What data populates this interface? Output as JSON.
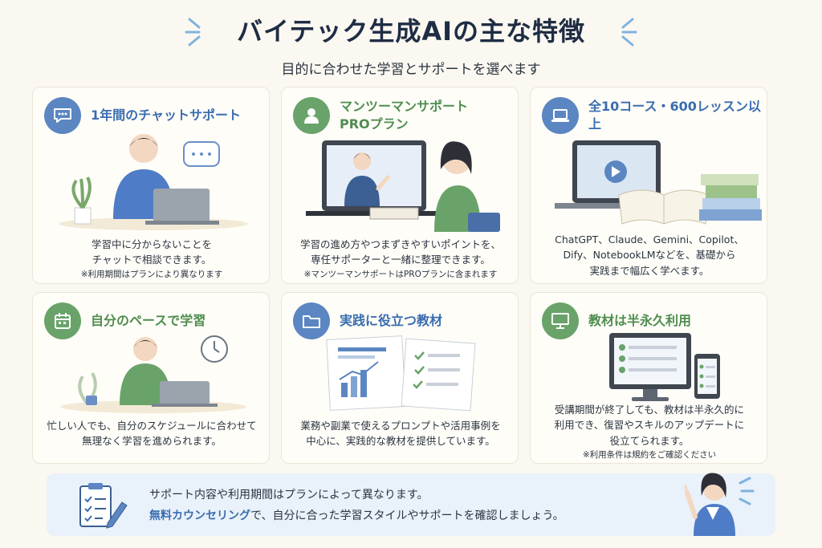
{
  "header": {
    "title": "バイテック生成AIの主な特徴",
    "subtitle": "目的に合わせた学習とサポートを選べます"
  },
  "cards": [
    {
      "title": "1年間のチャットサポート",
      "desc_line1": "学習中に分からないことを",
      "desc_line2": "チャットで相談できます。",
      "note": "※利用期間はプランにより異なります",
      "icon": "chat-bubble-icon",
      "accent": "#5b86c2"
    },
    {
      "title_line1": "マンツーマンサポート",
      "title_line2": "PROプラン",
      "desc_line1": "学習の進め方やつまずきやすいポイントを、",
      "desc_line2": "専任サポーターと一緒に整理できます。",
      "note": "※マンツーマンサポートはPROプランに含まれます",
      "icon": "person-icon",
      "accent": "#6aa36a"
    },
    {
      "title": "全10コース・600レッスン以上",
      "desc_line1": "ChatGPT、Claude、Gemini、Copilot、",
      "desc_line2": "Dify、NotebookLMなどを、基礎から",
      "desc_line3": "実践まで幅広く学べます。",
      "icon": "laptop-icon",
      "accent": "#5b86c2"
    },
    {
      "title": "自分のペースで学習",
      "desc_line1": "忙しい人でも、自分のスケジュールに合わせて",
      "desc_line2": "無理なく学習を進められます。",
      "icon": "calendar-icon",
      "accent": "#6aa36a"
    },
    {
      "title": "実践に役立つ教材",
      "desc_line1": "業務や副業で使えるプロンプトや活用事例を",
      "desc_line2": "中心に、実践的な教材を提供しています。",
      "icon": "folder-icon",
      "accent": "#5b86c2"
    },
    {
      "title": "教材は半永久利用",
      "desc_line1": "受講期間が終了しても、教材は半永久的に",
      "desc_line2": "利用でき、復習やスキルのアップデートに",
      "desc_line3": "役立てられます。",
      "note": "※利用条件は規約をご確認ください",
      "icon": "monitor-icon",
      "accent": "#6aa36a"
    }
  ],
  "bottom": {
    "line1": "サポート内容や利用期間はプランによって異なります。",
    "line2_highlight": "無料カウンセリング",
    "line2_rest": "で、自分に合った学習スタイルやサポートを確認しましょう。",
    "highlight_color": "#3a6db0"
  }
}
